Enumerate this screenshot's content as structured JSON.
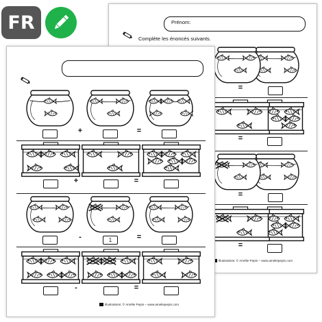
{
  "badges": {
    "language": "FR",
    "edit_icon": "pencil-icon",
    "edit_color": "#1fb24a",
    "language_bg": "#555555"
  },
  "back_sheet": {
    "name_label": "Prénom:",
    "instruction": "Complète les énoncés suivants.",
    "credit": "Illustrations: © Amélie Pepin – www.ameliepepin.com"
  },
  "front_sheet": {
    "credit": "Illustrations: © Amélie Pepin – www.ameliepepin.com",
    "problems": [
      {
        "container": "fishbowl",
        "operator": "+",
        "equals": "=",
        "fish": [
          2,
          3,
          5
        ],
        "crossed": [
          0,
          0,
          0
        ],
        "answers": [
          "",
          "",
          ""
        ]
      },
      {
        "container": "aquarium",
        "operator": "+",
        "equals": "=",
        "fish": [
          5,
          3,
          7
        ],
        "crossed": [
          0,
          0,
          0
        ],
        "answers": [
          "",
          "",
          ""
        ]
      },
      {
        "container": "fishbowl",
        "operator": "-",
        "equals": "=",
        "fish": [
          4,
          3,
          4
        ],
        "crossed": [
          0,
          1,
          0
        ],
        "answers": [
          "",
          "1",
          ""
        ]
      },
      {
        "container": "aquarium",
        "operator": "-",
        "equals": "=",
        "fish": [
          6,
          6,
          4
        ],
        "crossed": [
          0,
          2,
          0
        ],
        "answers": [
          "",
          "",
          ""
        ]
      }
    ]
  }
}
